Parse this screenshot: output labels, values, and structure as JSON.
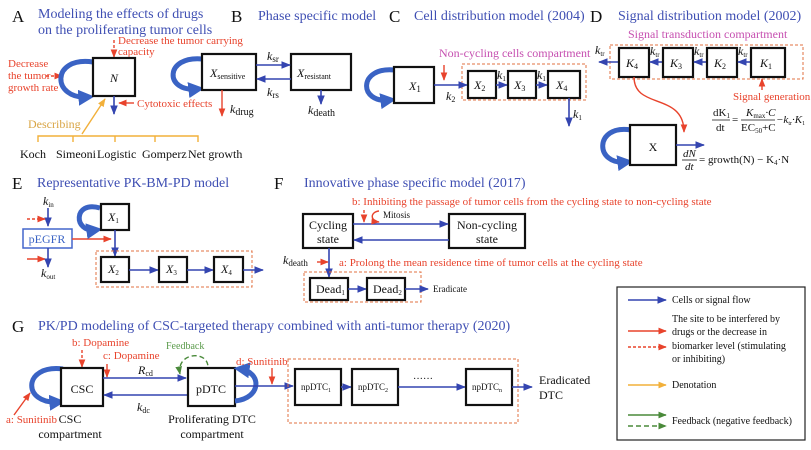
{
  "panels": {
    "A": {
      "letter": "A",
      "title_line1": "Modeling the effects of drugs",
      "title_line2": "on the proliferating tumor cells",
      "node": "N",
      "carrying_line1": "Decrease the tumor carrying",
      "carrying_line2": "capacity",
      "growth_line1": "Decrease",
      "growth_line2": "the tumor",
      "growth_line3": "growth rate",
      "cytotoxic": "Cytotoxic effects",
      "describing": "Describing",
      "models": [
        "Koch",
        "Simeoni",
        "Logistic",
        "Gomperz",
        "Net growth"
      ]
    },
    "B": {
      "letter": "B",
      "title": "Phase specific model",
      "sensitive_main": "X",
      "sensitive_sub": "sensitive",
      "resistant_main": "X",
      "resistant_sub": "resistant",
      "ksr_main": "k",
      "ksr_sub": "sr",
      "krs_main": "k",
      "krs_sub": "rs",
      "kdrug_main": "k",
      "kdrug_sub": "drug",
      "kdeath_main": "k",
      "kdeath_sub": "death"
    },
    "C": {
      "letter": "C",
      "title": "Cell distribution model (2004)",
      "compartment": "Non-cycling cells compartment",
      "nodes": [
        {
          "main": "X",
          "sub": "1"
        },
        {
          "main": "X",
          "sub": "2"
        },
        {
          "main": "X",
          "sub": "3"
        },
        {
          "main": "X",
          "sub": "4"
        }
      ],
      "k2_main": "k",
      "k2_sub": "2",
      "k1_main": "k",
      "k1_sub": "1"
    },
    "D": {
      "letter": "D",
      "title": "Signal distribution model (2002)",
      "compartment": "Signal transduction compartment",
      "nodes": [
        {
          "main": "K",
          "sub": "4"
        },
        {
          "main": "K",
          "sub": "3"
        },
        {
          "main": "K",
          "sub": "2"
        },
        {
          "main": "K",
          "sub": "1"
        }
      ],
      "ktr_main": "k",
      "ktr_sub": "tr",
      "signal_generation": "Signal generation",
      "x_node": "X",
      "eq1": {
        "lhs_num": "dK",
        "lhs_num_sub": "1",
        "lhs_den": "dt",
        "rhs_num": "K",
        "rhs_num_sub": "max",
        "rhs_num_tail": "·C",
        "rhs_den": "EC",
        "rhs_den_sub": "50",
        "rhs_den_tail": "+C",
        "tail": "−k",
        "tail_sub": "tr",
        "tail_end": "·K",
        "tail_end_sub": "1"
      },
      "eq2": {
        "lhs_num": "dN",
        "lhs_den": "dt",
        "rhs": "= growth(N) − K",
        "rhs_sub": "4",
        "rhs_end": "·N"
      }
    },
    "E": {
      "letter": "E",
      "title": "Representative PK-BM-PD model",
      "biomarker": "pEGFR",
      "kin_main": "k",
      "kin_sub": "in",
      "kout_main": "k",
      "kout_sub": "out",
      "nodes": [
        {
          "main": "X",
          "sub": "1"
        },
        {
          "main": "X",
          "sub": "2"
        },
        {
          "main": "X",
          "sub": "3"
        },
        {
          "main": "X",
          "sub": "4"
        }
      ]
    },
    "F": {
      "letter": "F",
      "title": "Innovative phase specific model (2017)",
      "note_b": "b: Inhibiting the passage of tumor cells from the cycling state to non-cycling state",
      "mitosis": "Mitosis",
      "cycling_line1": "Cycling",
      "cycling_line2": "state",
      "noncycling_line1": "Non-cycling",
      "noncycling_line2": "state",
      "kdeath_main": "k",
      "kdeath_sub": "death",
      "note_a": "a: Prolong the mean residence time of tumor cells at the cycling state",
      "dead1_main": "Dead",
      "dead1_sub": "1",
      "dead2_main": "Dead",
      "dead2_sub": "2",
      "eradicate": "Eradicate"
    },
    "G": {
      "letter": "G",
      "title": "PK/PD modeling of CSC-targeted therapy combined with anti-tumor therapy (2020)",
      "csc": "CSC",
      "pdtc": "pDTC",
      "b_dopamine": "b: Dopamine",
      "c_dopamine": "c: Dopamine",
      "feedback": "Feedback",
      "d_sunitinib": "d: Sunitinib",
      "a_sunitinib": "a: Sunitinib",
      "red_main": "R",
      "red_sub": "cd",
      "kdc_main": "k",
      "kdc_sub": "dc",
      "csc_label_line1": "CSC",
      "csc_label_line2": "compartment",
      "pdtc_label_line1": "Proliferating DTC",
      "pdtc_label_line2": "compartment",
      "np_nodes": [
        {
          "main": "npDTC",
          "sub": "1"
        },
        {
          "main": "npDTC",
          "sub": "2"
        },
        {
          "main": "npDTC",
          "sub": "n"
        }
      ],
      "ellipsis": "······",
      "eradicated_line1": "Eradicated",
      "eradicated_line2": "DTC"
    }
  },
  "legend": {
    "items": [
      {
        "label_lines": [
          "Cells or signal flow"
        ]
      },
      {
        "label_lines": [
          "The site to be interfered by",
          "drugs or the decrease in",
          "biomarker level (stimulating",
          "or inhibiting)"
        ]
      },
      {
        "label_lines": [
          "Denotation"
        ]
      },
      {
        "label_lines": [
          "Feedback (negative feedback)"
        ]
      }
    ]
  },
  "colors": {
    "flow_blue": "#3445b0",
    "drug_red": "#e8432c",
    "denotation_orange": "#f2b03a",
    "feedback_green": "#4a8a3a",
    "title_blue": "#3f4fb3",
    "compartment_pink": "#c64fb0"
  }
}
